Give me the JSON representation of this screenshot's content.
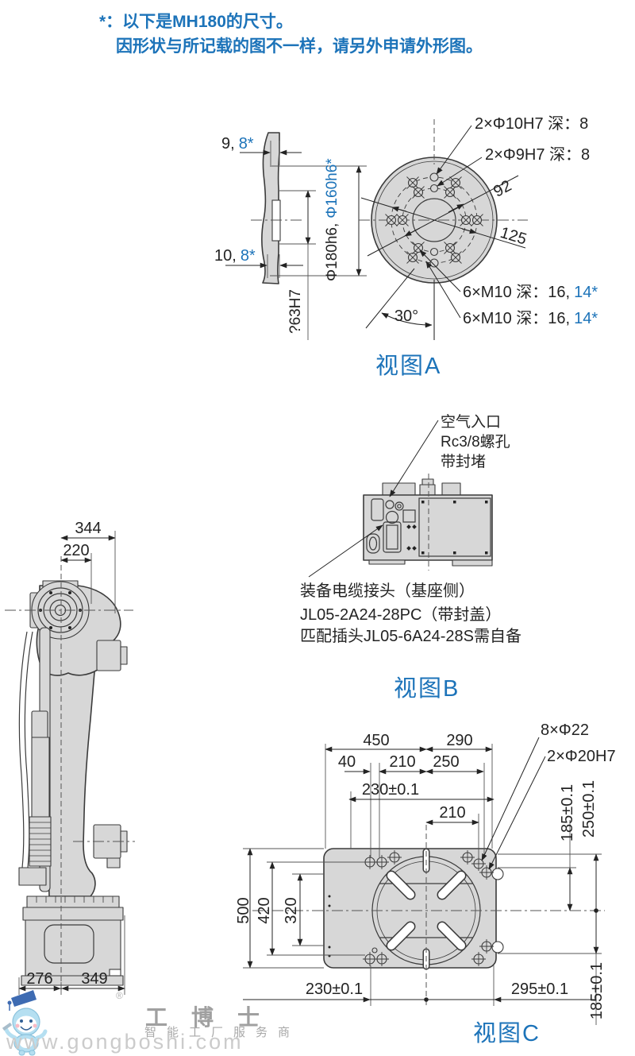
{
  "colors": {
    "accent_blue": "#1c73b9",
    "ink": "#232323",
    "part_fill": "#d7d7d7",
    "watermark_gray": "#a0a0a0"
  },
  "note": {
    "line1": "*：以下是MH180的尺寸。",
    "line2": "因形状与所记载的图不一样，请另外申请外形图。"
  },
  "view_a": {
    "title": "视图A",
    "callout_pin10": "2×Φ10H7 深：8",
    "callout_pin9": "2×Φ9H7 深：8",
    "bolt_circle_1": "92",
    "bolt_circle_2": "125",
    "callout_m10_1": "6×M10 深：16,",
    "callout_m10_1_alt": "14*",
    "callout_m10_2": "6×M10 深：16,",
    "callout_m10_2_alt": "14*",
    "angle": "30°",
    "thick_top": "9,",
    "thick_top_alt": "8*",
    "thick_bottom": "10,",
    "thick_bottom_alt": "8*",
    "dia_flange": "Φ180h6,",
    "dia_flange_alt": "Φ160h6*",
    "dia_bore": "?63H7"
  },
  "view_b": {
    "title": "视图B",
    "air_line1": "空气入口",
    "air_line2": "Rc3/8螺孔",
    "air_line3": "带封堵",
    "cable_line1": "装备电缆接头（基座侧）",
    "cable_line2": "JL05-2A24-28PC（带封盖）",
    "cable_line3": "匹配插头JL05-6A24-28S需自备"
  },
  "robot": {
    "width_top": "344",
    "width_top_inner": "220",
    "base_left": "276",
    "base_right": "349"
  },
  "view_c": {
    "title": "视图C",
    "top_450": "450",
    "top_290": "290",
    "top_40": "40",
    "top_210": "210",
    "top_250": "250",
    "top_230": "230±0.1",
    "mid_210": "210",
    "left_500": "500",
    "left_420": "420",
    "left_320": "320",
    "right_185_top": "185±0.1",
    "right_250": "250±0.1",
    "right_185_bottom": "185±0.1",
    "bottom_230": "230±0.1",
    "bottom_295": "295±0.1",
    "callout_22": "8×Φ22",
    "callout_20": "2×Φ20H7"
  },
  "watermark": {
    "reg": "®",
    "brand": "工博士",
    "tagline": "智能工厂服务商",
    "url": "www.gongboshi.com"
  }
}
